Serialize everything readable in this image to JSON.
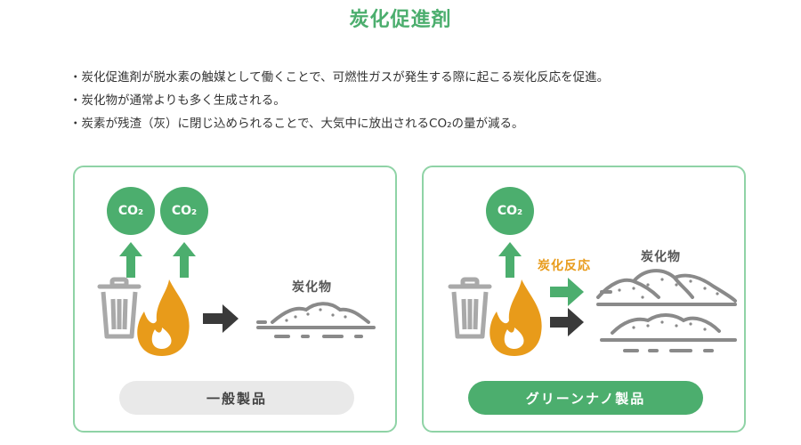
{
  "title": "炭化促進剤",
  "bullets": [
    "炭化促進剤が脱水素の触媒として働くことで、可燃性ガスが発生する際に起こる炭化反応を促進。",
    "炭化物が通常よりも多く生成される。",
    "炭素が残渣（灰）に閉じ込められることで、大気中に放出されるCO₂の量が減る。"
  ],
  "left_panel": {
    "co2_labels": [
      "CO₂",
      "CO₂"
    ],
    "char_label": "炭化物",
    "product_label": "一般製品"
  },
  "right_panel": {
    "co2_labels": [
      "CO₂"
    ],
    "reaction_label": "炭化反応",
    "char_label": "炭化物",
    "product_label": "グリーンナノ製品"
  },
  "colors": {
    "green": "#4cae6e",
    "green_light": "#8fd3a6",
    "orange": "#e89b1a",
    "gray": "#a9a9a9",
    "dark": "#3a3a3a"
  },
  "icons": [
    "co2-bubble-icon",
    "up-arrow-icon",
    "trash-can-icon",
    "flame-icon",
    "right-arrow-icon",
    "char-pile-icon"
  ]
}
